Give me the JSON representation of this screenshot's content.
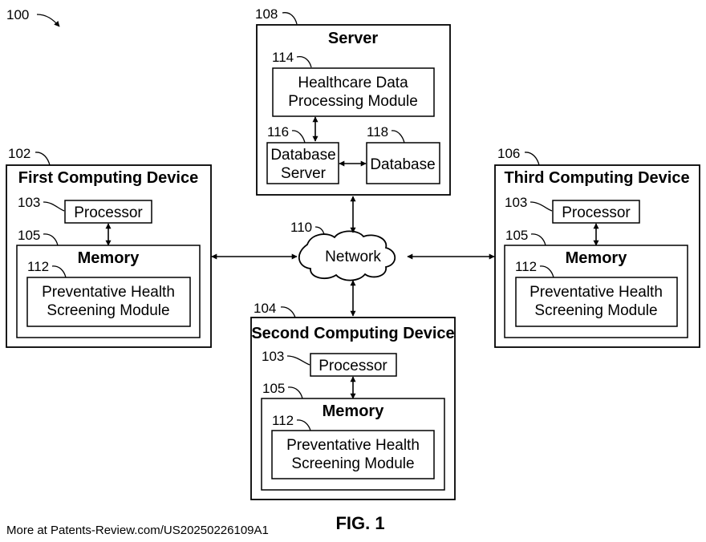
{
  "figure_ref": "100",
  "figure_label": "FIG. 1",
  "footer": "More at Patents-Review.com/US20250226109A1",
  "server": {
    "ref": "108",
    "title": "Server",
    "hdp_ref": "114",
    "hdp_line1": "Healthcare Data",
    "hdp_line2": "Processing Module",
    "dbs_ref": "116",
    "dbs_line1": "Database",
    "dbs_line2": "Server",
    "db_ref": "118",
    "db_label": "Database"
  },
  "network": {
    "ref": "110",
    "label": "Network"
  },
  "first": {
    "ref": "102",
    "title": "First Computing Device",
    "proc_ref": "103",
    "proc": "Processor",
    "mem_ref": "105",
    "mem": "Memory",
    "mod_ref": "112",
    "mod_line1": "Preventative Health",
    "mod_line2": "Screening Module"
  },
  "second": {
    "ref": "104",
    "title": "Second Computing Device",
    "proc_ref": "103",
    "proc": "Processor",
    "mem_ref": "105",
    "mem": "Memory",
    "mod_ref": "112",
    "mod_line1": "Preventative Health",
    "mod_line2": "Screening Module"
  },
  "third": {
    "ref": "106",
    "title": "Third Computing Device",
    "proc_ref": "103",
    "proc": "Processor",
    "mem_ref": "105",
    "mem": "Memory",
    "mod_ref": "112",
    "mod_line1": "Preventative Health",
    "mod_line2": "Screening Module"
  }
}
